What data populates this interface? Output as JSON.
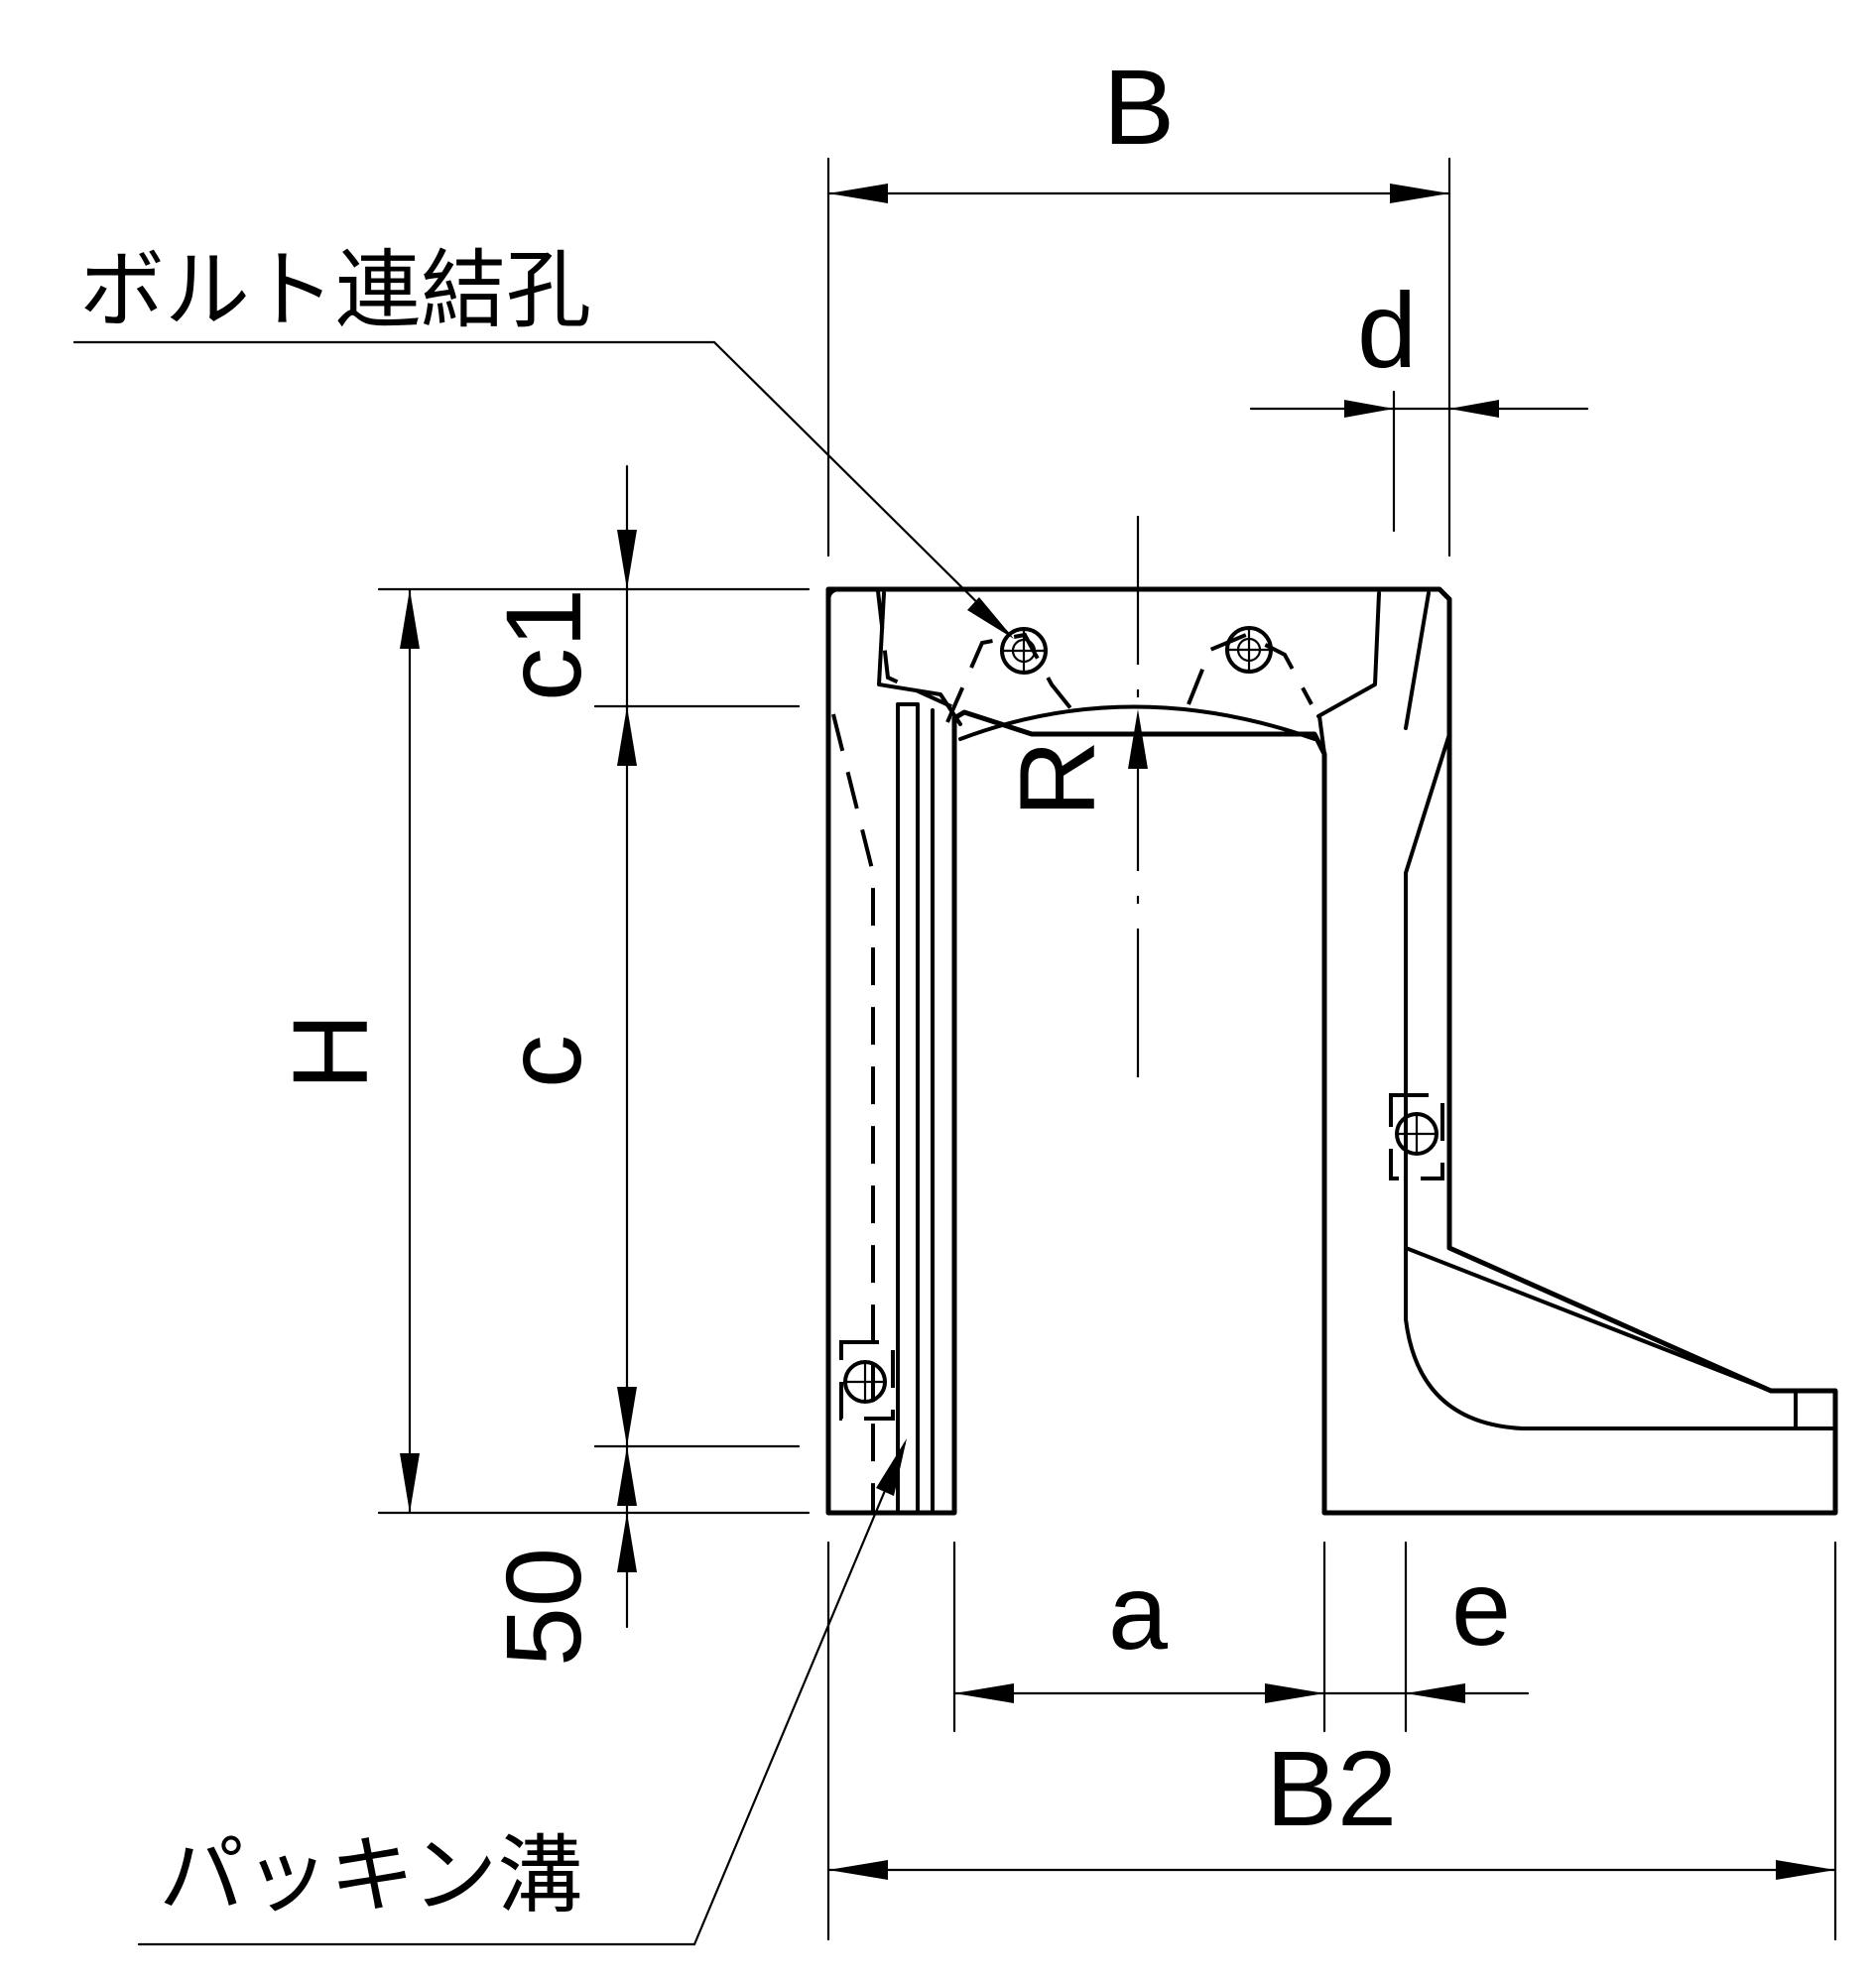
{
  "labels": {
    "bolt_hole": "ボルト連結孔",
    "packing_groove": "パッキン溝",
    "B": "B",
    "B2": "B2",
    "d": "d",
    "H": "H",
    "c1": "c1",
    "c": "c",
    "R": "R",
    "a": "a",
    "e": "e",
    "fifty": "50"
  },
  "colors": {
    "line": "#000000",
    "background": "#ffffff"
  }
}
